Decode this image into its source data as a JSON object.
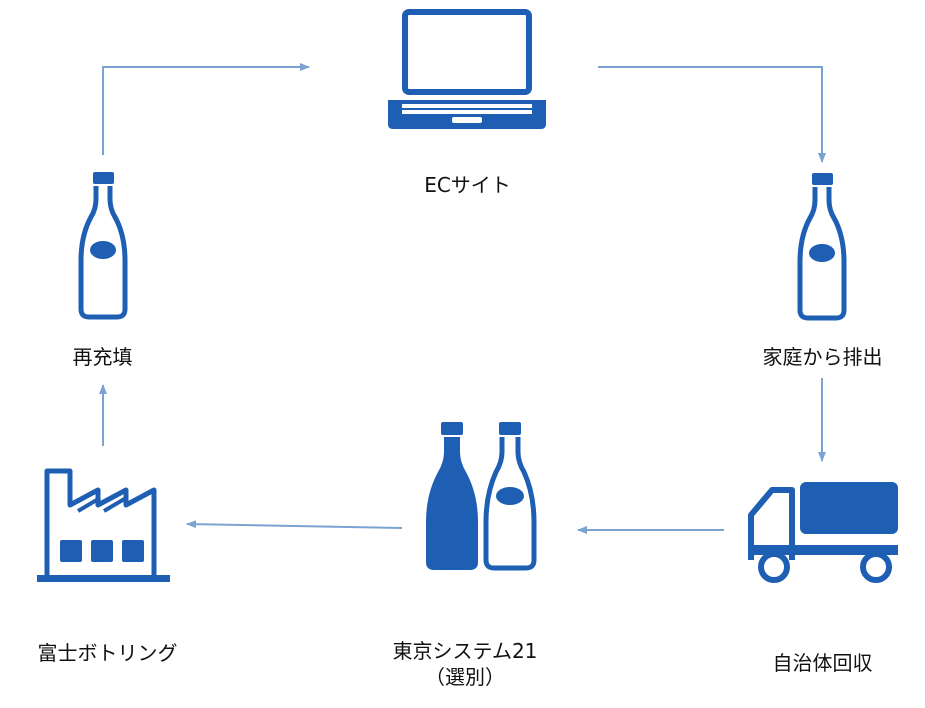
{
  "colors": {
    "icon_fill": "#1e5fb4",
    "icon_outline": "#1e5fb4",
    "arrow": "#7ba3d2"
  },
  "nodes": {
    "ec_site": {
      "label": "ECサイト",
      "icon": "laptop-icon"
    },
    "household": {
      "label": "家庭から排出",
      "icon": "bottle-icon"
    },
    "municipal": {
      "label": "自治体回収",
      "icon": "truck-icon"
    },
    "tokyo_system": {
      "label_line1": "東京システム21",
      "label_line2": "（選別）",
      "icon": "bottles-icon"
    },
    "fuji_bottling": {
      "label": "富士ボトリング",
      "icon": "factory-icon"
    },
    "refill": {
      "label": "再充填",
      "icon": "bottle-icon"
    }
  },
  "flow": [
    "refill → ec_site",
    "ec_site → household",
    "household → municipal",
    "municipal → tokyo_system",
    "tokyo_system → fuji_bottling",
    "fuji_bottling → refill"
  ]
}
